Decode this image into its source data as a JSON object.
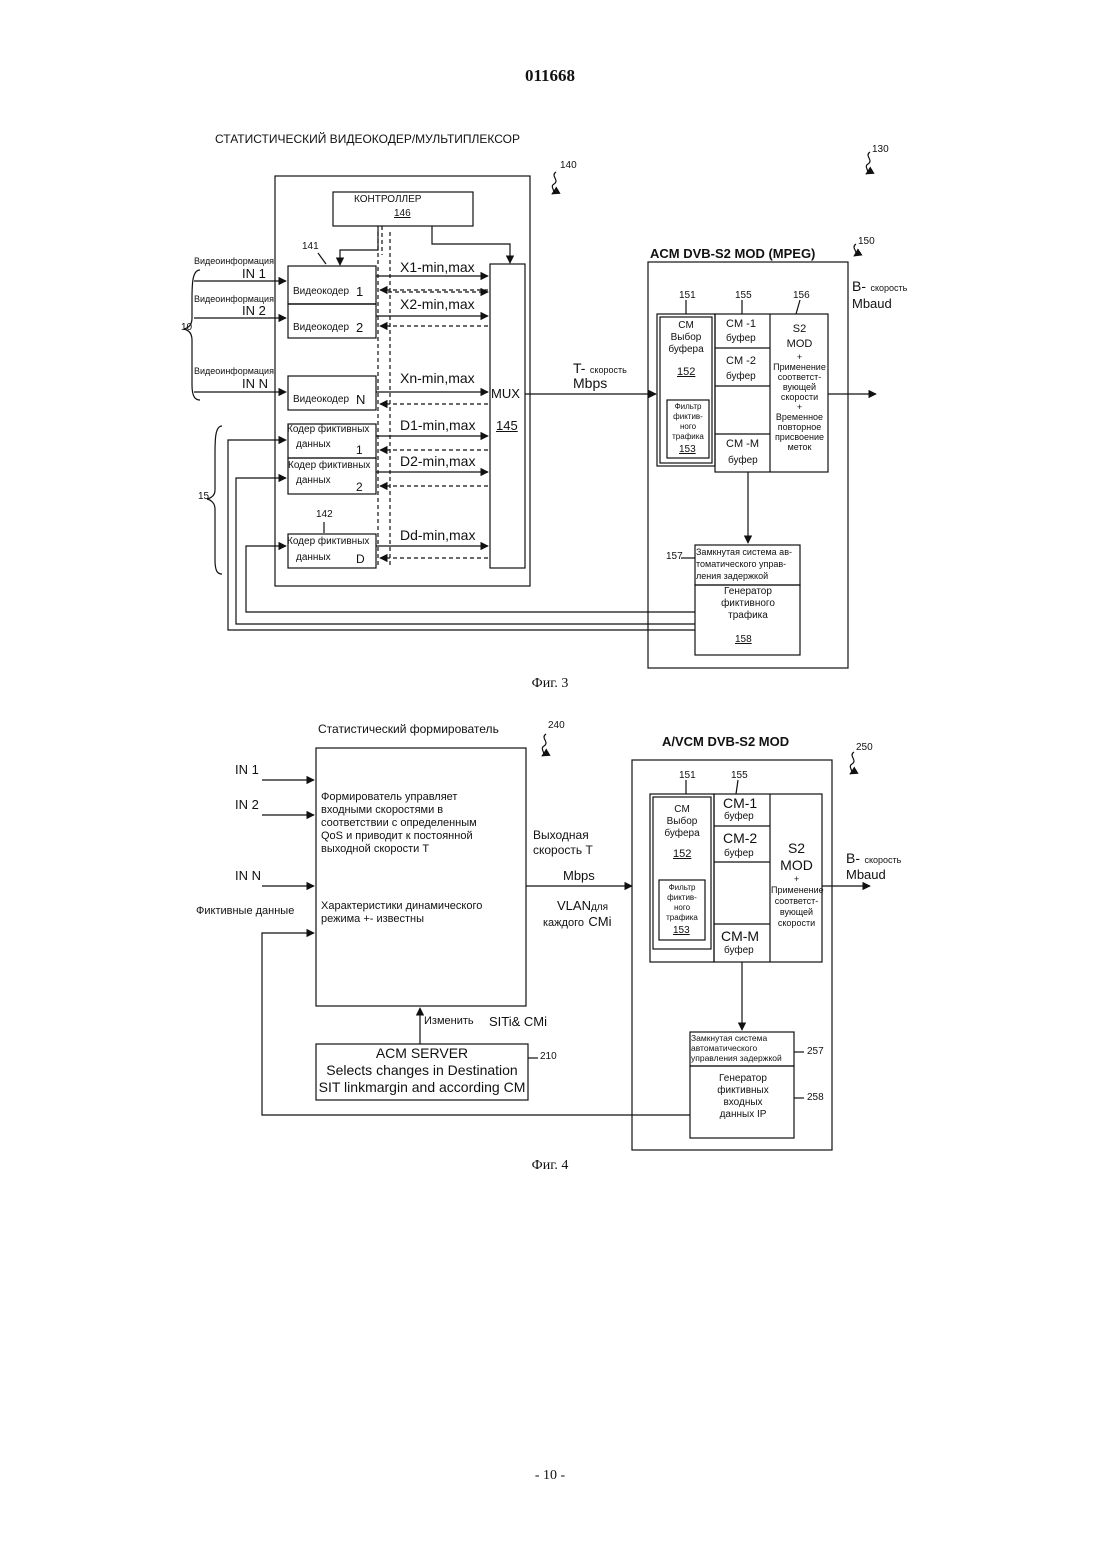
{
  "page_number": "011668",
  "footer": "- 10 -",
  "fig3": {
    "caption": "Фиг. 3",
    "title": "СТАТИСТИЧЕСКИЙ ВИДЕОКОДЕР/МУЛЬТИПЛЕКСОР",
    "ref_140": "140",
    "ref_130": "130",
    "ref_150": "150",
    "ref_141": "141",
    "ref_142": "142",
    "ref_10": "10",
    "ref_15": "15",
    "ref_151": "151",
    "ref_155": "155",
    "ref_156": "156",
    "ref_157": "157",
    "controller_label": "КОНТРОЛЛЕР",
    "controller_num": "146",
    "inputs": [
      {
        "label": "Видеоинформация",
        "name": "IN 1"
      },
      {
        "label": "Видеоинформация",
        "name": "IN 2"
      },
      {
        "label": "Видеоинформация",
        "name": "IN N"
      }
    ],
    "encoders": [
      {
        "label": "Видеокодер",
        "num": "1"
      },
      {
        "label": "Видеокодер",
        "num": "2"
      },
      {
        "label": "Видеокодер",
        "num": "N"
      }
    ],
    "dummy_encoders": [
      {
        "line1": "Кодер фиктивных",
        "line2": "данных",
        "num": "1"
      },
      {
        "line1": "Кодер фиктивных",
        "line2": "данных",
        "num": "2"
      },
      {
        "line1": "Кодер фиктивных",
        "line2": "данных",
        "num": "D"
      }
    ],
    "signals": [
      "X1-min,max",
      "X2-min,max",
      "Xn-min,max",
      "D1-min,max",
      "D2-min,max",
      "Dd-min,max"
    ],
    "mux_label": "MUX",
    "mux_num": "145",
    "t_speed": "T-",
    "t_speed_small": "скорость",
    "t_unit": "Mbps",
    "mod_title": "ACM DVB-S2 MOD (MPEG)",
    "b_speed": "B-",
    "b_speed_small": "скорость",
    "b_unit": "Mbaud",
    "cm_select_lines": [
      "CM",
      "Выбор",
      "буфера"
    ],
    "cm_select_num": "152",
    "filter_lines": [
      "Фильтр",
      "фиктив-",
      "ного",
      "трафика"
    ],
    "filter_num": "153",
    "buffers": [
      {
        "name": "CM -1",
        "sub": "буфер"
      },
      {
        "name": "CM -2",
        "sub": "буфер"
      },
      {
        "name": "CM -M",
        "sub": "буфер"
      }
    ],
    "s2_lines": [
      "S2",
      "MOD"
    ],
    "s2_plus": "+",
    "s2_apply_lines": [
      "Применение",
      "соответст-",
      "вующей",
      "скорости"
    ],
    "s2_plus2": "+",
    "s2_retime_lines": [
      "Временное",
      "повторное",
      "присвоение",
      "меток"
    ],
    "closed_loop_lines": [
      "Замкнутая система ав-",
      "томатического управ-",
      "ления задержкой"
    ],
    "generator_lines": [
      "Генератор",
      "фиктивного",
      "трафика"
    ],
    "generator_num": "158"
  },
  "fig4": {
    "caption": "Фиг. 4",
    "title": "Статистический формирователь",
    "ref_240": "240",
    "ref_250": "250",
    "ref_151": "151",
    "ref_155": "155",
    "ref_210": "210",
    "ref_257": "257",
    "ref_258": "258",
    "inputs": [
      "IN 1",
      "IN 2",
      "IN N"
    ],
    "dummy_input": "Фиктивные данные",
    "shaper_text_lines": [
      "Формирователь управляет",
      "входными скоростями в",
      "соответствии с определенным",
      "QoS и приводит к постоянной",
      "выходной скорости T"
    ],
    "dynamic_lines": [
      "Характеристики динамического",
      "режима +- известны"
    ],
    "out_label_1": "Выходная",
    "out_label_2": "скорость T",
    "out_unit": "Mbps",
    "vlan_big": "VLAN",
    "vlan_small": "для",
    "vlan_line2_small": "каждого",
    "vlan_line2_big": "CMi",
    "change_label": "Изменить",
    "change_value": "SITi& CMi",
    "server_lines": [
      "ACM SERVER",
      "Selects changes in Destination",
      "SIT linkmargin and according CM"
    ],
    "mod_title": "A/VCM DVB-S2 MOD",
    "cm_select_lines": [
      "CM",
      "Выбор",
      "буфера"
    ],
    "cm_select_num": "152",
    "filter_lines": [
      "Фильтр",
      "фиктив-",
      "ного",
      "трафика"
    ],
    "filter_num": "153",
    "buffers": [
      {
        "name": "CM-1",
        "sub": "буфер"
      },
      {
        "name": "CM-2",
        "sub": "буфер"
      },
      {
        "name": "CM-M",
        "sub": "буфер"
      }
    ],
    "s2_lines": [
      "S2",
      "MOD"
    ],
    "s2_plus": "+",
    "s2_apply_lines": [
      "Применение",
      "соответст-",
      "вующей",
      "скорости"
    ],
    "b_speed": "B-",
    "b_speed_small": "скорость",
    "b_unit": "Mbaud",
    "closed_loop_lines": [
      "Замкнутая система",
      "автоматического",
      "управления задержкой"
    ],
    "generator_lines": [
      "Генератор",
      "фиктивных",
      "входных",
      "данных IP"
    ]
  }
}
